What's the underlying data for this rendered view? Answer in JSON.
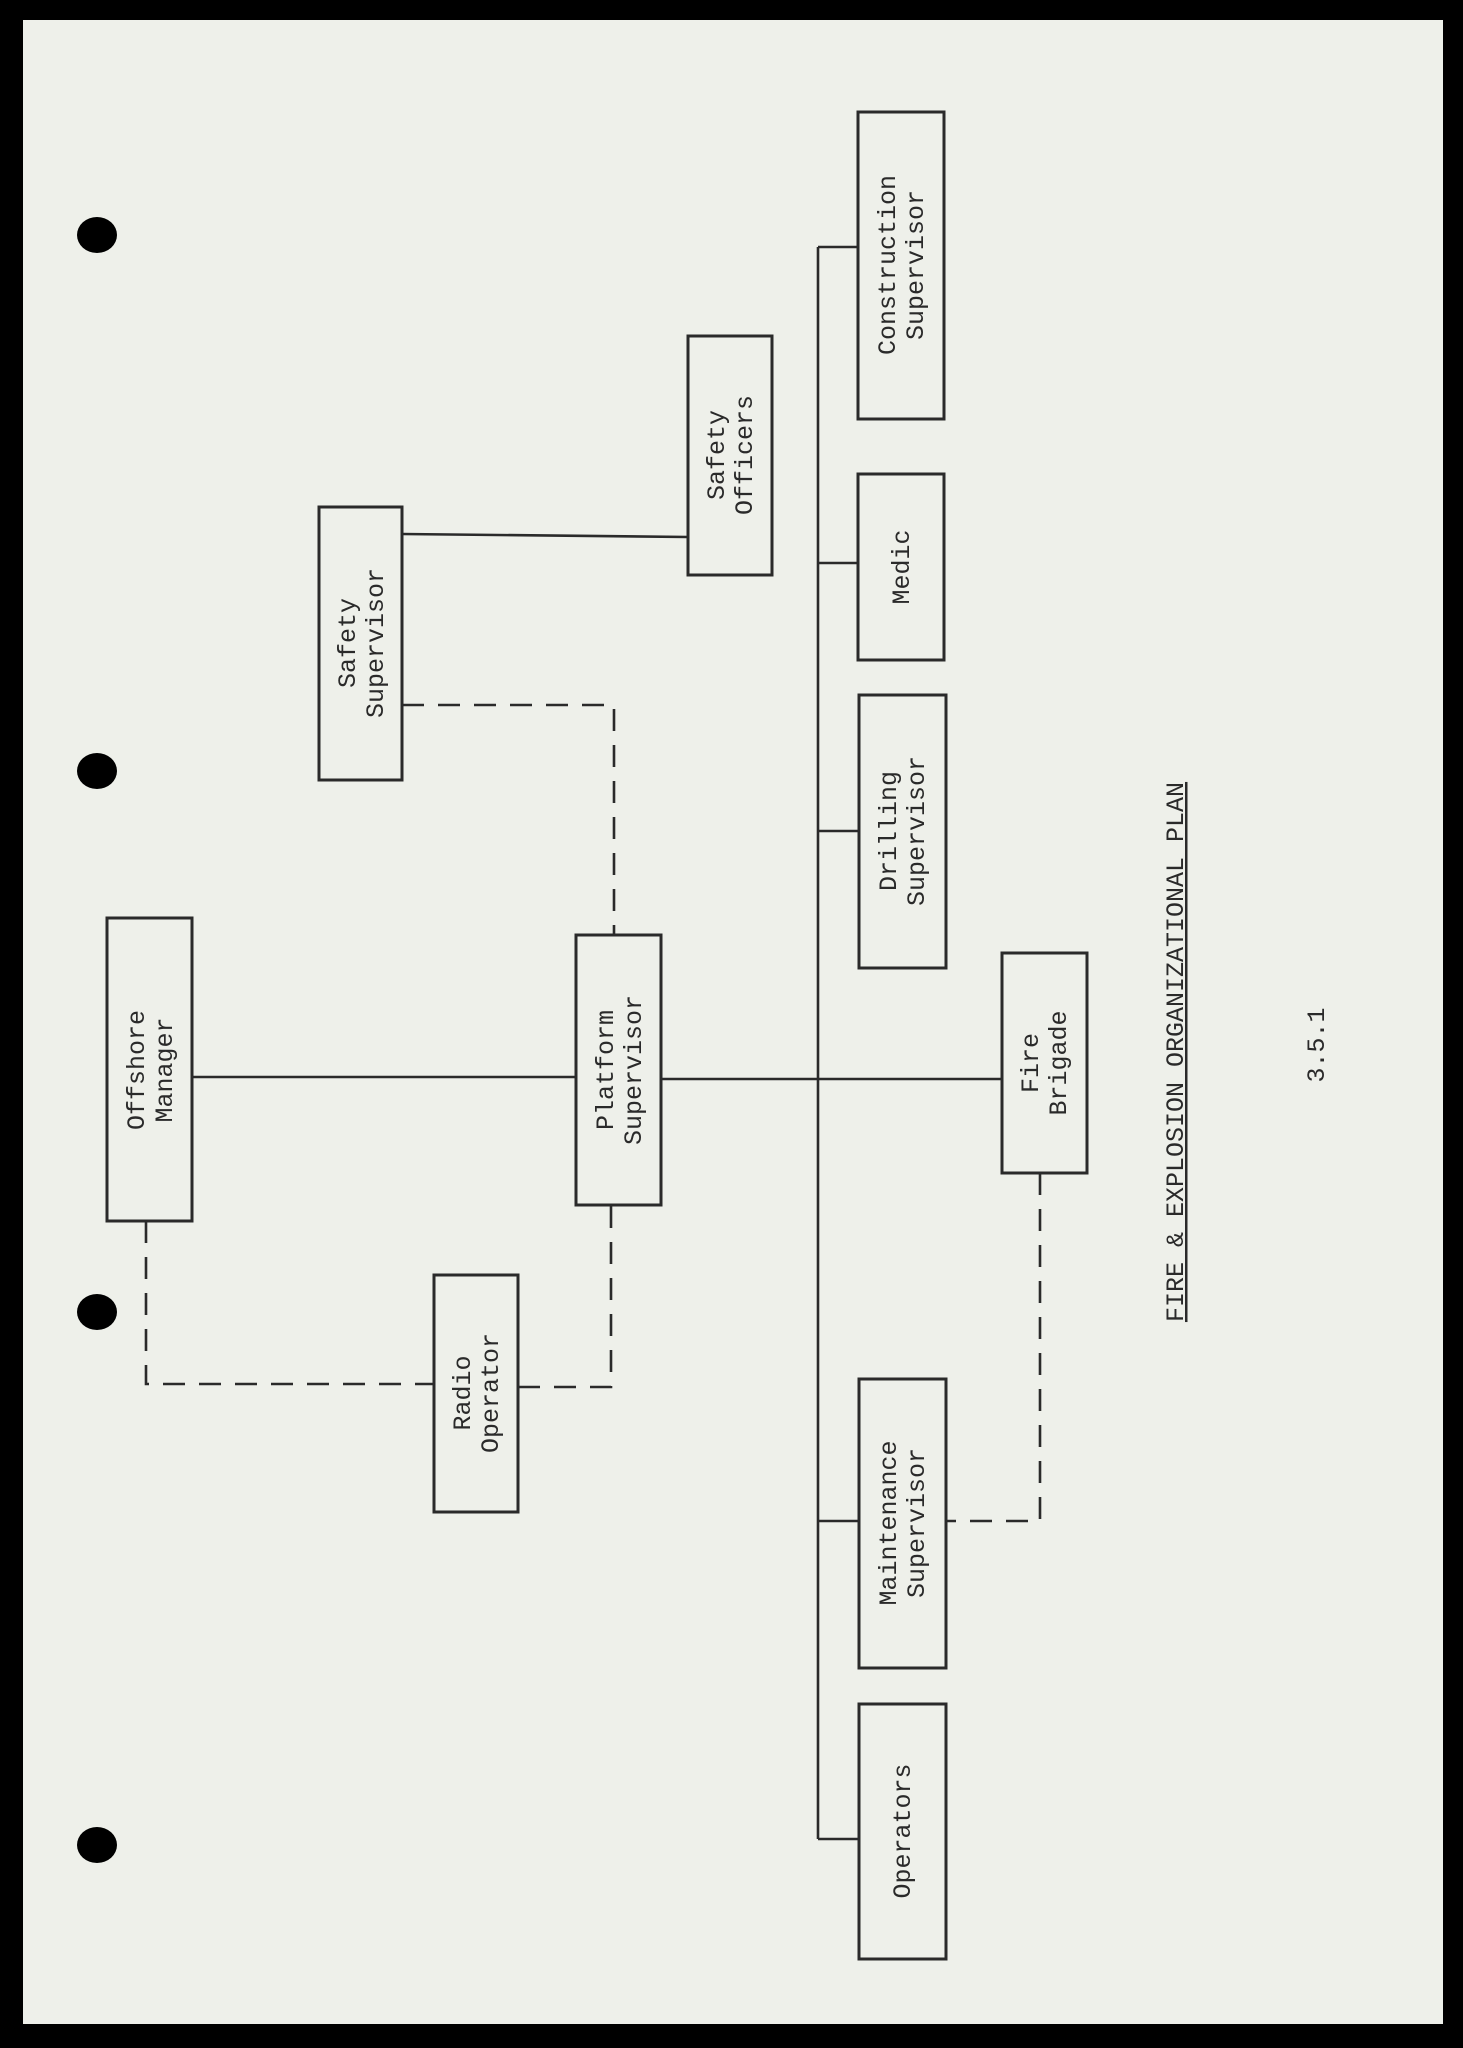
{
  "title": "FIRE & EXPLOSION ORGANIZATIONAL PLAN",
  "figure_number": "3.5.1",
  "boxes": {
    "offshore_manager": [
      "Offshore",
      "Manager"
    ],
    "platform_supervisor": [
      "Platform",
      "Supervisor"
    ],
    "safety_supervisor": [
      "Safety",
      "Supervisor"
    ],
    "safety_officers": [
      "Safety",
      "Officers"
    ],
    "radio_operator": [
      "Radio",
      "Operator"
    ],
    "construction_supervisor": [
      "Construction",
      "Supervisor"
    ],
    "medic": [
      "Medic"
    ],
    "drilling_supervisor": [
      "Drilling",
      "Supervisor"
    ],
    "fire_brigade": [
      "Fire",
      "Brigade"
    ],
    "maintenance_supervisor": [
      "Maintenance",
      "Supervisor"
    ],
    "operators": [
      "Operators"
    ]
  },
  "colors": {
    "paper": "#eef0ea",
    "ink": "#2a2a2a",
    "frame": "#000000"
  }
}
